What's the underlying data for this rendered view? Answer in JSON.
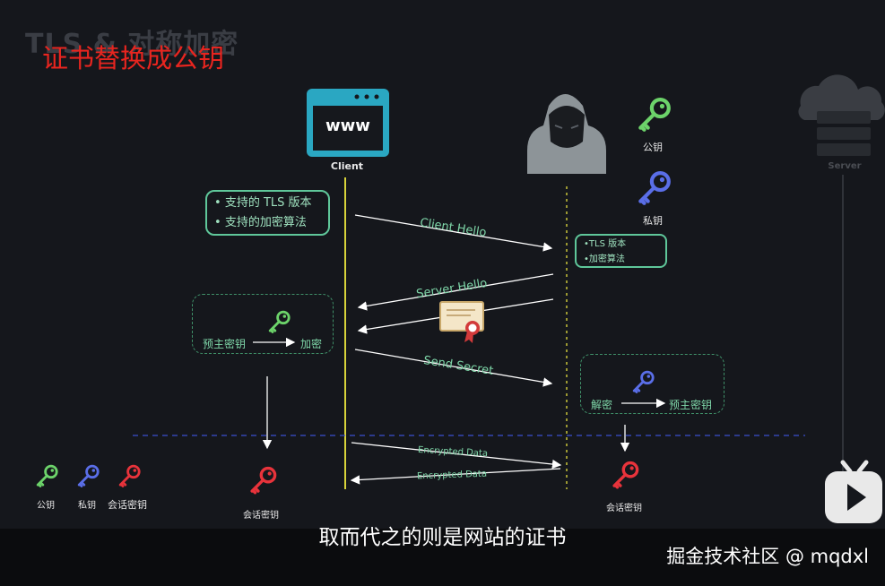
{
  "bg_title": "TLS & 对称加密",
  "title": "证书替换成公钥",
  "client": {
    "screen_text": "www",
    "label": "Client"
  },
  "server": {
    "label": "Server"
  },
  "right_keys": {
    "public_label": "公钥",
    "private_label": "私钥"
  },
  "client_box": {
    "line1": "支持的 TLS 版本",
    "line2": "支持的加密算法"
  },
  "attacker_box": {
    "line1": "TLS 版本",
    "line2": "加密算法"
  },
  "messages": {
    "client_hello": "Client Hello",
    "server_hello": "Server Hello",
    "send_secret": "Send Secret",
    "encrypted1": "Encrypted Data",
    "encrypted2": "Encrypted Data"
  },
  "left_process": {
    "from": "预主密钥",
    "to": "加密"
  },
  "right_process": {
    "from": "解密",
    "to": "预主密钥"
  },
  "legend": {
    "public": "公钥",
    "private": "私钥",
    "session": "会话密钥"
  },
  "session_left": "会话密钥",
  "session_right": "会话密钥",
  "subtitle": "取而代之的则是网站的证书",
  "watermark": "掘金技术社区 @ mqdxl",
  "colors": {
    "green": "#7ed6a8",
    "public_key": "#6cd36a",
    "private_key": "#5a6ee8",
    "session_key": "#e8333b",
    "title": "#e8251f"
  }
}
